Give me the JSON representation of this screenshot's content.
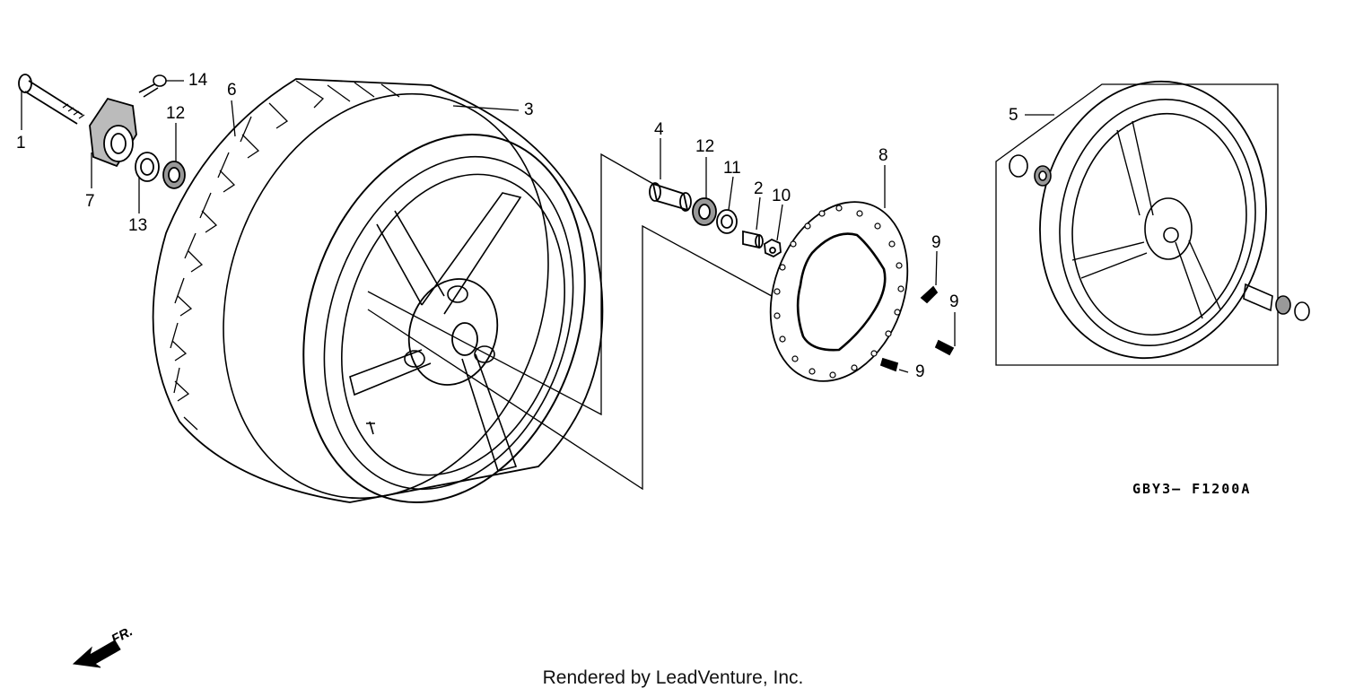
{
  "callouts": {
    "c1": "1",
    "c14": "14",
    "c6": "6",
    "c3": "3",
    "c12a": "12",
    "c7": "7",
    "c13": "13",
    "c4": "4",
    "c12b": "12",
    "c11": "11",
    "c2": "2",
    "c10": "10",
    "c8": "8",
    "c9a": "9",
    "c9b": "9",
    "c9c": "9",
    "c5": "5"
  },
  "diagram_code": "GBY3– F1200A",
  "direction_label": "FR.",
  "footer": "Rendered by LeadVenture, Inc."
}
